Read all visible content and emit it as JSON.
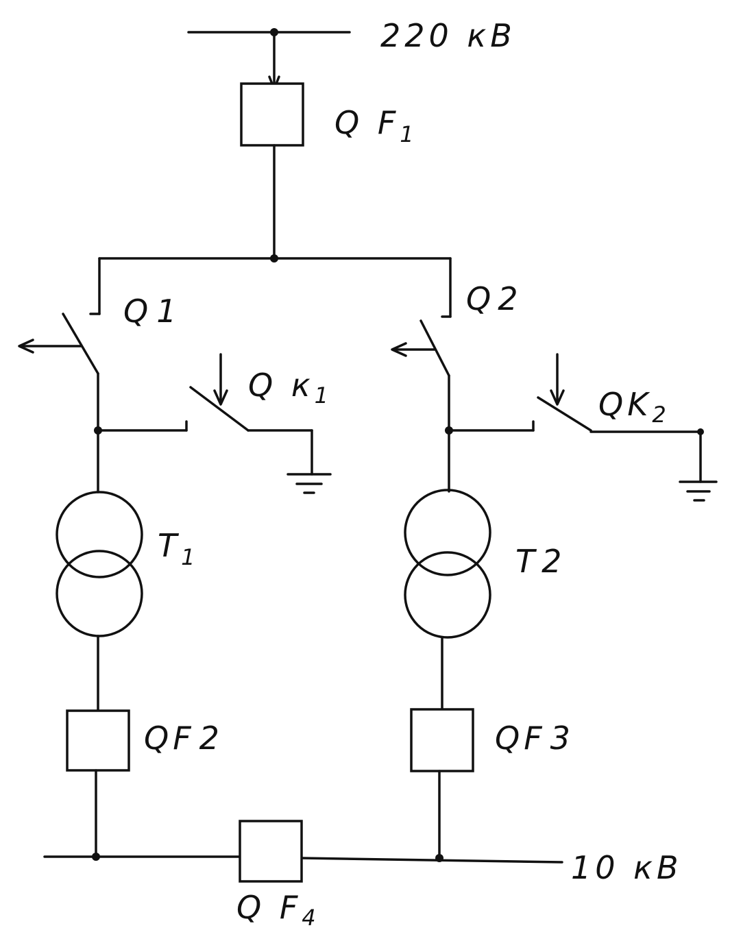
{
  "voltage_high": "220 кВ",
  "voltage_low": "10 кВ",
  "breakers": {
    "qf1": {
      "main": "Q F",
      "sub": "1"
    },
    "qf2": {
      "main": "QF",
      "sub": "2"
    },
    "qf3": {
      "main": "QF",
      "sub": "3"
    },
    "qf4": {
      "main": "Q F",
      "sub": "4"
    }
  },
  "disconnectors": {
    "q1": {
      "main": "Q",
      "sub": "1"
    },
    "q2": {
      "main": "Q",
      "sub": "2"
    }
  },
  "grounding_switches": {
    "qk1": {
      "main": "Q к",
      "sub": "1"
    },
    "qk2": {
      "main": "QK",
      "sub": "2"
    }
  },
  "transformers": {
    "t1": {
      "main": "T",
      "sub": "1"
    },
    "t2": {
      "main": "T",
      "sub": "2"
    }
  }
}
